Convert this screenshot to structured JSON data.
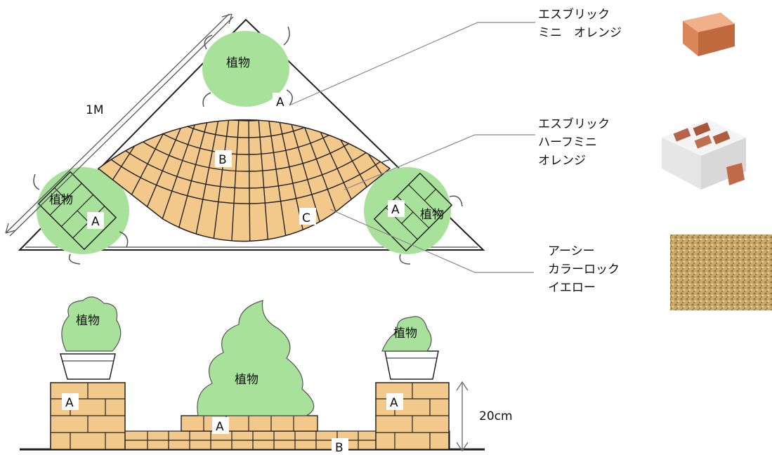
{
  "plan": {
    "dimension_label": "1M",
    "plants": [
      "植物",
      "植物",
      "植物"
    ],
    "zone_labels": {
      "a_top": "A",
      "a_left": "A",
      "a_right": "A",
      "b": "B",
      "c": "C"
    }
  },
  "elevation": {
    "plants": [
      "植物",
      "植物",
      "植物"
    ],
    "zone_labels": {
      "a_left": "A",
      "a_center": "A",
      "a_right": "A",
      "b": "B"
    },
    "height_label": "20cm"
  },
  "materials": [
    {
      "name_lines": [
        "エスブリック",
        "ミニ　オレンジ"
      ],
      "swatch": "brick-mini-orange"
    },
    {
      "name_lines": [
        "エスブリック",
        "ハーフミニ",
        "オレンジ"
      ],
      "swatch": "brick-half-mini-orange"
    },
    {
      "name_lines": [
        "アーシー",
        "カラーロック",
        "イエロー"
      ],
      "swatch": "color-rock-yellow"
    }
  ],
  "colors": {
    "brick": "#f2c98a",
    "plant": "#a8e29a",
    "line": "#222222",
    "leader": "#888888"
  }
}
